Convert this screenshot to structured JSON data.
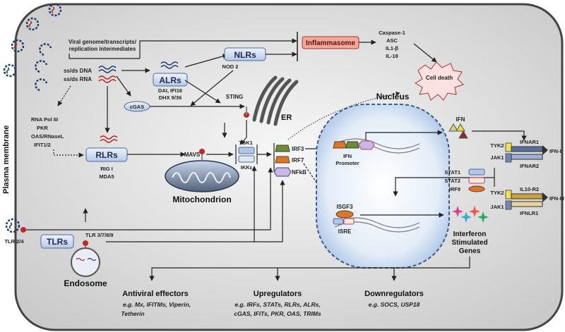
{
  "cell": {
    "plasma_membrane": "Plasma membrane"
  },
  "pathogen": {
    "viral_genome": "Viral genome/transcripts/",
    "replication": "replication intermediates",
    "ssds_dna": "ss/ds DNA",
    "ssds_rna": "ss/ds RNA"
  },
  "sensors": {
    "alrs": "ALRs",
    "alrs_sub1": "DAI, IFI16",
    "alrs_sub2": "DHX 9/36",
    "nlrs": "NLRs",
    "nod2": "NOD 2",
    "inflammasome": "Inflammasome",
    "caspase": "Caspase-1",
    "asc": "ASC",
    "il1b": "IL1-β",
    "il18": "IL-18",
    "cell_death": "Cell death",
    "cgas": "cGAS",
    "sting": "STING",
    "er": "ER",
    "rlrs": "RLRs",
    "rig1": "RIG I",
    "mda5": "MDA5",
    "rnapol": [
      "RNA Pol III",
      "PKR",
      "OAS/RNaseL",
      "IFIT1/2"
    ],
    "mavs": "MAVS",
    "mitochondrion": "Mitochondrion",
    "tbk1": "TBK1",
    "ikke": "IKKε",
    "irf3": "IRF3",
    "irf7": "IRF7",
    "nfkb": "NFkB",
    "tlr24": "TLR 2/4",
    "tlrs": "TLRs",
    "tlr3789": "TLR 3/7/8/9",
    "endosome": "Endosome"
  },
  "nucleus": {
    "title": "Nucleus",
    "ifn_promoter1": "IFN",
    "ifn_promoter2": "Promoter",
    "isgf3": "ISGF3",
    "isre": "ISRE"
  },
  "signaling": {
    "ifn": "IFN",
    "tyk2_a": "TYK2",
    "jak1_a": "JAK1",
    "ifnar1": "IFNAR1",
    "ifnar2": "IFNAR2",
    "ifn1": "IFN-I",
    "tyk2_b": "TYK2",
    "jak1_b": "JAK1",
    "il10r2": "IL10-R2",
    "ifnlr1": "IFNLR1",
    "ifn3": "IFN-III",
    "stat1": "STAT1",
    "stat2": "STAT2",
    "irf9": "IRF9",
    "isg1": "Interferon",
    "isg2": "Stimulated",
    "isg3": "Genes"
  },
  "outputs": {
    "antiviral": "Antiviral effectors",
    "antiviral_eg1": "e.g. Mx, IFITMs, Viperin,",
    "antiviral_eg2": "Tetherin",
    "upreg": "Upregulators",
    "upreg_eg1": "e.g. IRFs, STATs, RLRs, ALRs,",
    "upreg_eg2": "cGAS, IFITs, PKR, OAS, TRIMs",
    "downreg": "Downregulators",
    "downreg_eg": "e.g. SOCS, USP18"
  }
}
